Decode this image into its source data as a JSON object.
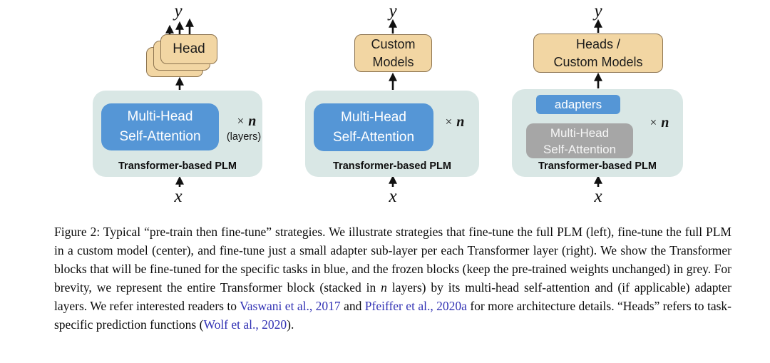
{
  "colors": {
    "fine_tuned_blue": "#5596d6",
    "frozen_grey": "#a6a6a6",
    "plm_teal": "#d9e7e5",
    "head_tan": "#f2d6a3",
    "head_tan_border": "#8d7450",
    "citation_blue": "#3232b4",
    "arrow_black": "#111111"
  },
  "diagrams": {
    "shared": {
      "y_label": "y",
      "x_label": "x",
      "times_symbol": "×",
      "n_symbol": "n",
      "plm_label": "Transformer-based PLM"
    },
    "left": {
      "head_label": "Head",
      "msa_line1": "Multi-Head",
      "msa_line2": "Self-Attention",
      "layers_note": "(layers)"
    },
    "center": {
      "top_line1": "Custom",
      "top_line2": "Models",
      "msa_line1": "Multi-Head",
      "msa_line2": "Self-Attention"
    },
    "right": {
      "top_line1": "Heads /",
      "top_line2": "Custom Models",
      "adapters_label": "adapters",
      "msa_line1": "Multi-Head",
      "msa_line2": "Self-Attention"
    }
  },
  "caption": {
    "fig_label": "Figure 2:",
    "s1": " Typical “pre-train then fine-tune” strategies. We illustrate strategies that fine-tune the full PLM (left), fine-tune the full PLM in a custom model (center), and fine-tune just a small adapter sub-layer per each Transformer layer (right). We show the Transformer blocks that will be fine-tuned for the specific tasks in blue, and the frozen blocks (keep the pre-trained weights unchanged) in grey. For brevity, we represent the entire Transformer block (stacked in ",
    "s2_math_n": "n",
    "s3": " layers) by its multi-head self-attention and (if applicable) adapter layers. We refer interested readers to ",
    "cite_vaswani": "Vaswani et al., 2017",
    "s4": " and ",
    "cite_pfeiffer": "Pfeiffer et al., 2020a",
    "s5": " for more architecture details. “Heads” refers to task-specific prediction functions (",
    "cite_wolf": "Wolf et al., 2020",
    "s6": ")."
  }
}
